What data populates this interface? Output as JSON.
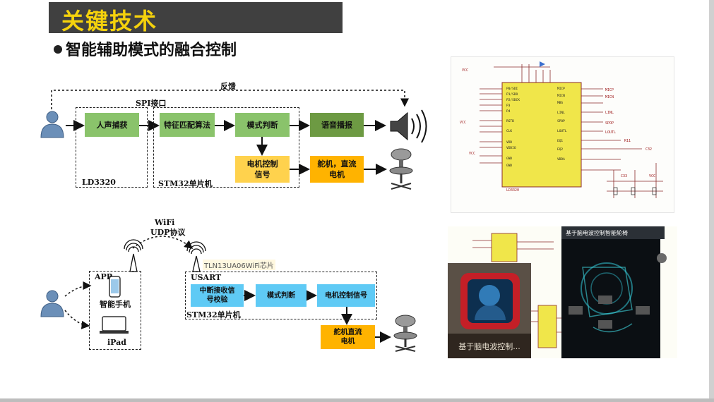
{
  "slide": {
    "title": "关键技术",
    "subtitle": "智能辅助模式的融合控制",
    "colors": {
      "title_bg": "#404040",
      "title_text": "#f5d20c",
      "green_box": "#8ac36b",
      "yellow_box": "#ffd24d",
      "orange_box": "#ffb300",
      "blue_box": "#5fcaf5"
    }
  },
  "diagram_top": {
    "feedback_label": "反馈",
    "spi_label": "SPI接口",
    "ld_label": "LD3320",
    "stm_label": "STM32单片机",
    "boxes": {
      "voice_capture": "人声捕获",
      "feature_match": "特征匹配算法",
      "mode_judge": "模式判断",
      "voice_play": "语音播报",
      "motor_signal": "电机控制信号",
      "servo_dc": "舵机，直流电机"
    },
    "icons": [
      "user-icon",
      "speaker-icon",
      "chair-icon"
    ]
  },
  "diagram_bottom": {
    "wifi_label": "WiFi",
    "udp_label": "UDP协议",
    "wifi_chip_label": "TLN13UA06WiFi芯片",
    "usart_label": "USART",
    "app_label": "APP",
    "phone_label": "智能手机",
    "ipad_label": "iPad",
    "stm_label": "STM32单片机",
    "boxes": {
      "interrupt_check": "中断接收信号校验",
      "mode_judge": "模式判断",
      "motor_signal": "电机控制信号",
      "servo_dc": "舵机直流电机"
    },
    "icons": [
      "user-icon",
      "antenna-icon",
      "phone-icon",
      "tablet-icon",
      "chair-icon"
    ]
  },
  "photos": {
    "schematic_label": "LD3320",
    "app_screen_title": "基于脑电波控制智能轮椅",
    "app_caption": "基于脑电波控制..."
  }
}
